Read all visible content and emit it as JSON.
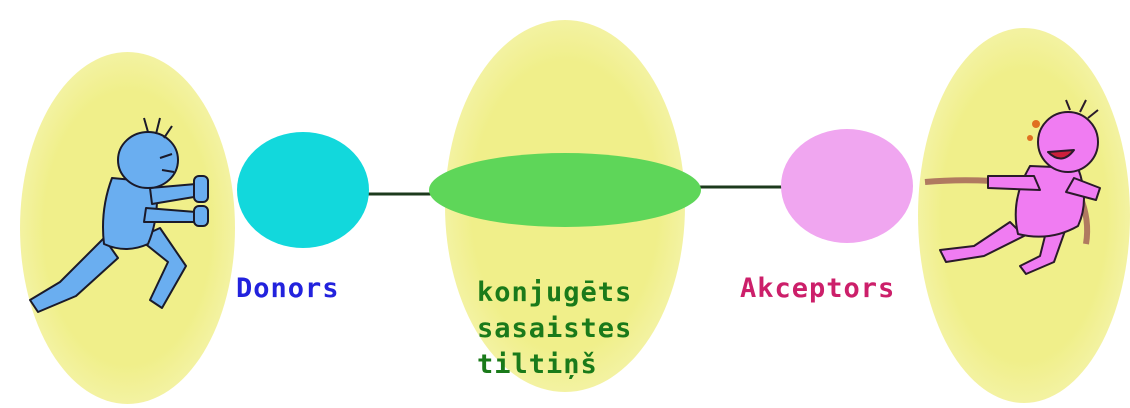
{
  "colors": {
    "blob_yellow": "#f0ef8a",
    "donor_circle": "#12d8dc",
    "bridge_ellipse": "#5ed659",
    "acceptor_circle": "#f0a6f0",
    "connector_line": "#1c3a1c",
    "donor_figure": "#6aaef0",
    "acceptor_figure": "#f07cf2",
    "donor_text": "#2222dd",
    "bridge_text": "#1a7a1a",
    "acceptor_text": "#cc1f6a"
  },
  "labels": {
    "donor": "Donors",
    "bridge": [
      "konjugēts",
      "sasaistes",
      "tiltiņš"
    ],
    "acceptor": "Akceptors"
  },
  "icons": {
    "donor": "pushing-person-icon",
    "acceptor": "pulling-rope-person-icon"
  }
}
